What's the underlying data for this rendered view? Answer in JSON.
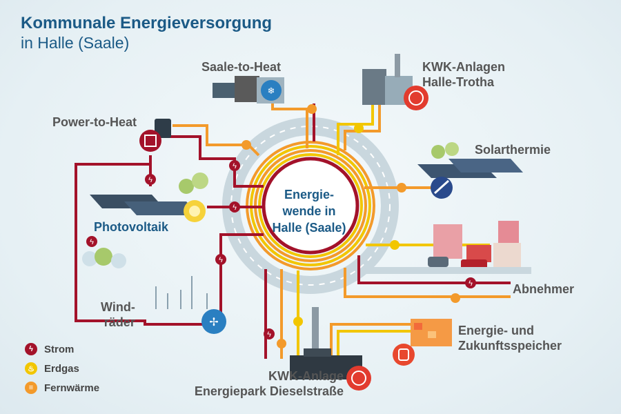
{
  "title": {
    "line1": "Kommunale Energieversorgung",
    "line2": "in Halle (Saale)"
  },
  "center": {
    "text": "Energie-\nwende in\nHalle (Saale)"
  },
  "labels": {
    "saale_to_heat": "Saale-to-Heat",
    "kwk_trotha": "KWK-Anlagen\nHalle-Trotha",
    "power_to_heat": "Power-to-Heat",
    "solarthermie": "Solarthermie",
    "photovoltaik": "Photovoltaik",
    "abnehmer": "Abnehmer",
    "windraeder": "Wind-\nräder",
    "speicher": "Energie- und\nZukunftsspeicher",
    "kwk_diesel": "KWK-Anlage\nEnergiepark Dieselstraße"
  },
  "legend": [
    {
      "label": "Strom",
      "color": "#a3122a",
      "icon": "lightning-icon"
    },
    {
      "label": "Erdgas",
      "color": "#f2c600",
      "icon": "flame-icon"
    },
    {
      "label": "Fernwärme",
      "color": "#f39a2b",
      "icon": "heat-radiator-icon"
    }
  ],
  "colors": {
    "strom": "#a3122a",
    "erdgas": "#f2c600",
    "fernwaerme": "#f39a2b",
    "title": "#1b5a86",
    "ring_road": "#c9d7de"
  }
}
